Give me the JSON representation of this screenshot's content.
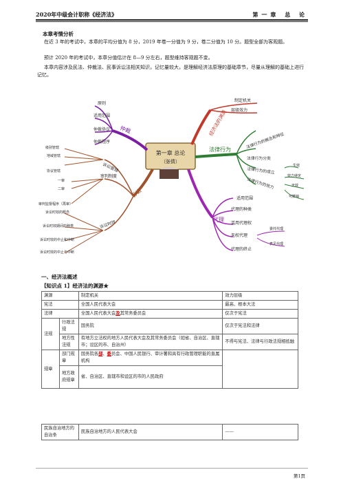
{
  "header": {
    "left": "2020年中级会计职称《经济法》",
    "right": "第一章 总 论"
  },
  "intro": {
    "title": "本章考情分析",
    "p1": "在近 3 年的考试中，本章的平均分值为 8 分，2019 年卷一分值为 9 分，卷二分值为 10 分。题型全部为客观题。",
    "p2": "预计 2020 年的考试中，本章分值估计在 8—9 分左右，题型维持客观题不变。",
    "p3": "本章内容涉及民法、仲裁法、民事诉讼法相关知识，记忆量较大，是理解经济法原理的基础章节，尽量从理解的基础上进行记忆。"
  },
  "mindmap": {
    "center_title": "第一章 总论",
    "center_sub": "（张倩）",
    "branches": {
      "source": {
        "label": "经济法的渊源",
        "items": [
          "制定机关",
          "层级效力"
        ]
      },
      "act": {
        "label": "法律行为",
        "items": [
          "法律行为的概念和特征",
          "法律行为分类",
          "法律行为的成立",
          "法律行为的效力"
        ],
        "subs": [
          "生效",
          "效力待定",
          "无效",
          "可撤销"
        ]
      },
      "arb": {
        "label": "仲裁",
        "items": [
          "原则",
          "适用范围",
          "仲裁协议",
          "仲裁程序"
        ]
      },
      "lit": {
        "label": "诉讼",
        "items": [
          "诉讼管辖",
          "审判制度",
          "诉讼时效"
        ],
        "sub1": [
          "级别管辖",
          "地域管辖",
          "协议管辖"
        ],
        "sub2": [
          "一审",
          "二审",
          "审判监督程序（再审）"
        ],
        "sub3": [
          "诉讼时效的概念",
          "诉讼时效期间的种类",
          "诉讼时效的中止和中断",
          "诉讼时效的中止与中断"
        ]
      },
      "agent": {
        "label": "代理",
        "items": [
          "适用范围",
          "代理的种类",
          "滥用代理权",
          "无权代理",
          "代理的终止"
        ],
        "subs": [
          "委托代理",
          "表见代理"
        ]
      }
    }
  },
  "section": {
    "h1": "一、经济法概述",
    "h2": "【知识点 1】经济法的渊源★"
  },
  "table": {
    "head": [
      "渊源",
      "制定机关",
      "效力层级"
    ],
    "r1": [
      "宪法",
      "全国人民代表大会",
      "最高、根本大法"
    ],
    "r2": [
      "法律",
      "全国人民代表大会",
      "及",
      "其常务委员会",
      "仅次于宪法"
    ],
    "r3": [
      "法规",
      "行政法规",
      "国务院",
      "仅次于宪法和法律"
    ],
    "r4": [
      "地方性法规",
      "有地方立法权的地方人民代表大会及其常务委员会（如省、自治区、直辖市；设区的市、自治州）",
      "不得与宪法、法律与行政法规相抵触"
    ],
    "r5": [
      "规章",
      "部门规章",
      "国务院各",
      "部",
      "、",
      "委",
      "员会、中国人民银行、审计署和具有行政管理职能的直属机构"
    ],
    "r6": [
      "地方政府规章",
      "省、自治区、直辖市和设区的市的人民政府"
    ],
    "r7": [
      "民族自治地方的自治条",
      "民族自治地方的人民代表大会",
      "——"
    ]
  },
  "footer": {
    "page": "第1页"
  },
  "colors": {
    "source": "#c0392b",
    "act": "#2e7d32",
    "arb": "#7b1fa2",
    "lit": "#a0522d",
    "agent": "#9c27b0",
    "center_bg": "#e8d5a8"
  }
}
